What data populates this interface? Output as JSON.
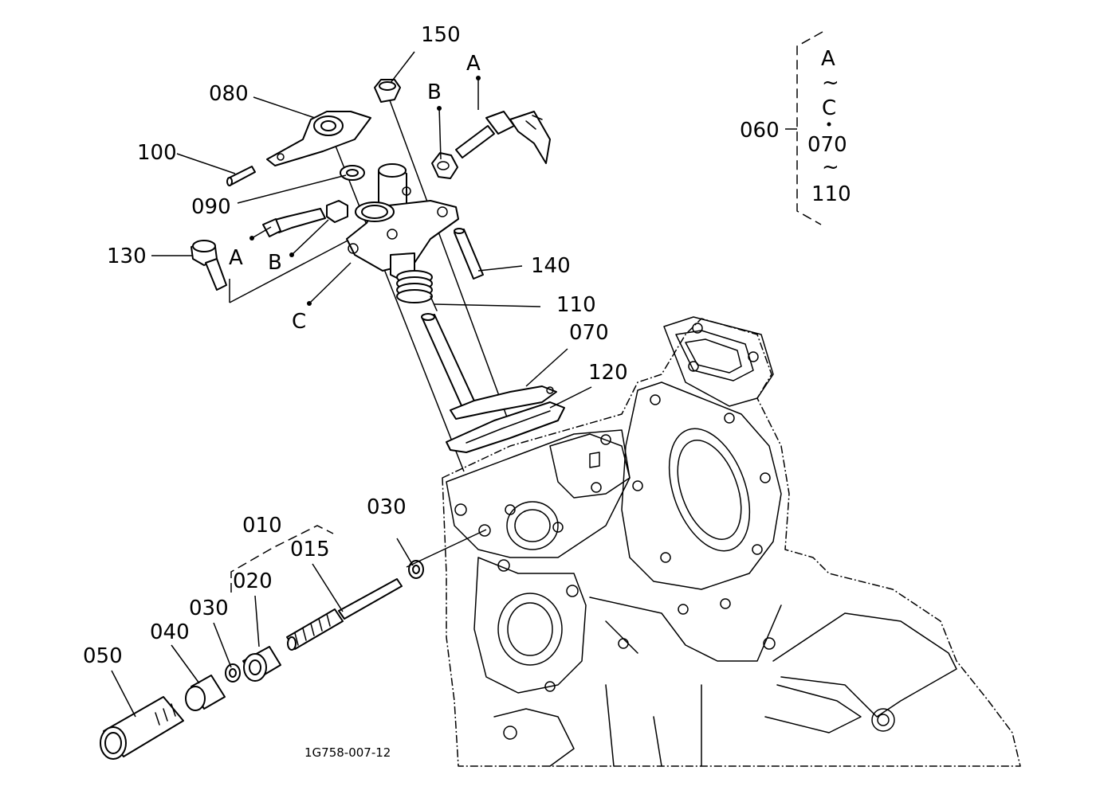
{
  "callouts": {
    "p150": "150",
    "p080": "080",
    "p100": "100",
    "p090": "090",
    "p130": "130",
    "p140": "140",
    "p110": "110",
    "p070": "070",
    "p120": "120",
    "p060": "060",
    "p010": "010",
    "p015": "015",
    "p020": "020",
    "p030a": "030",
    "p030b": "030",
    "p040": "040",
    "p050": "050"
  },
  "refs": {
    "a_top": "A",
    "b_top": "B",
    "a_mid": "A",
    "b_mid": "B",
    "c_mid": "C"
  },
  "bracket_group": {
    "line1": "A",
    "tilde1": "~",
    "line2": "C",
    "line3": "070",
    "tilde2": "~",
    "line4": "110"
  },
  "drawing_number": "1G758-007-12"
}
